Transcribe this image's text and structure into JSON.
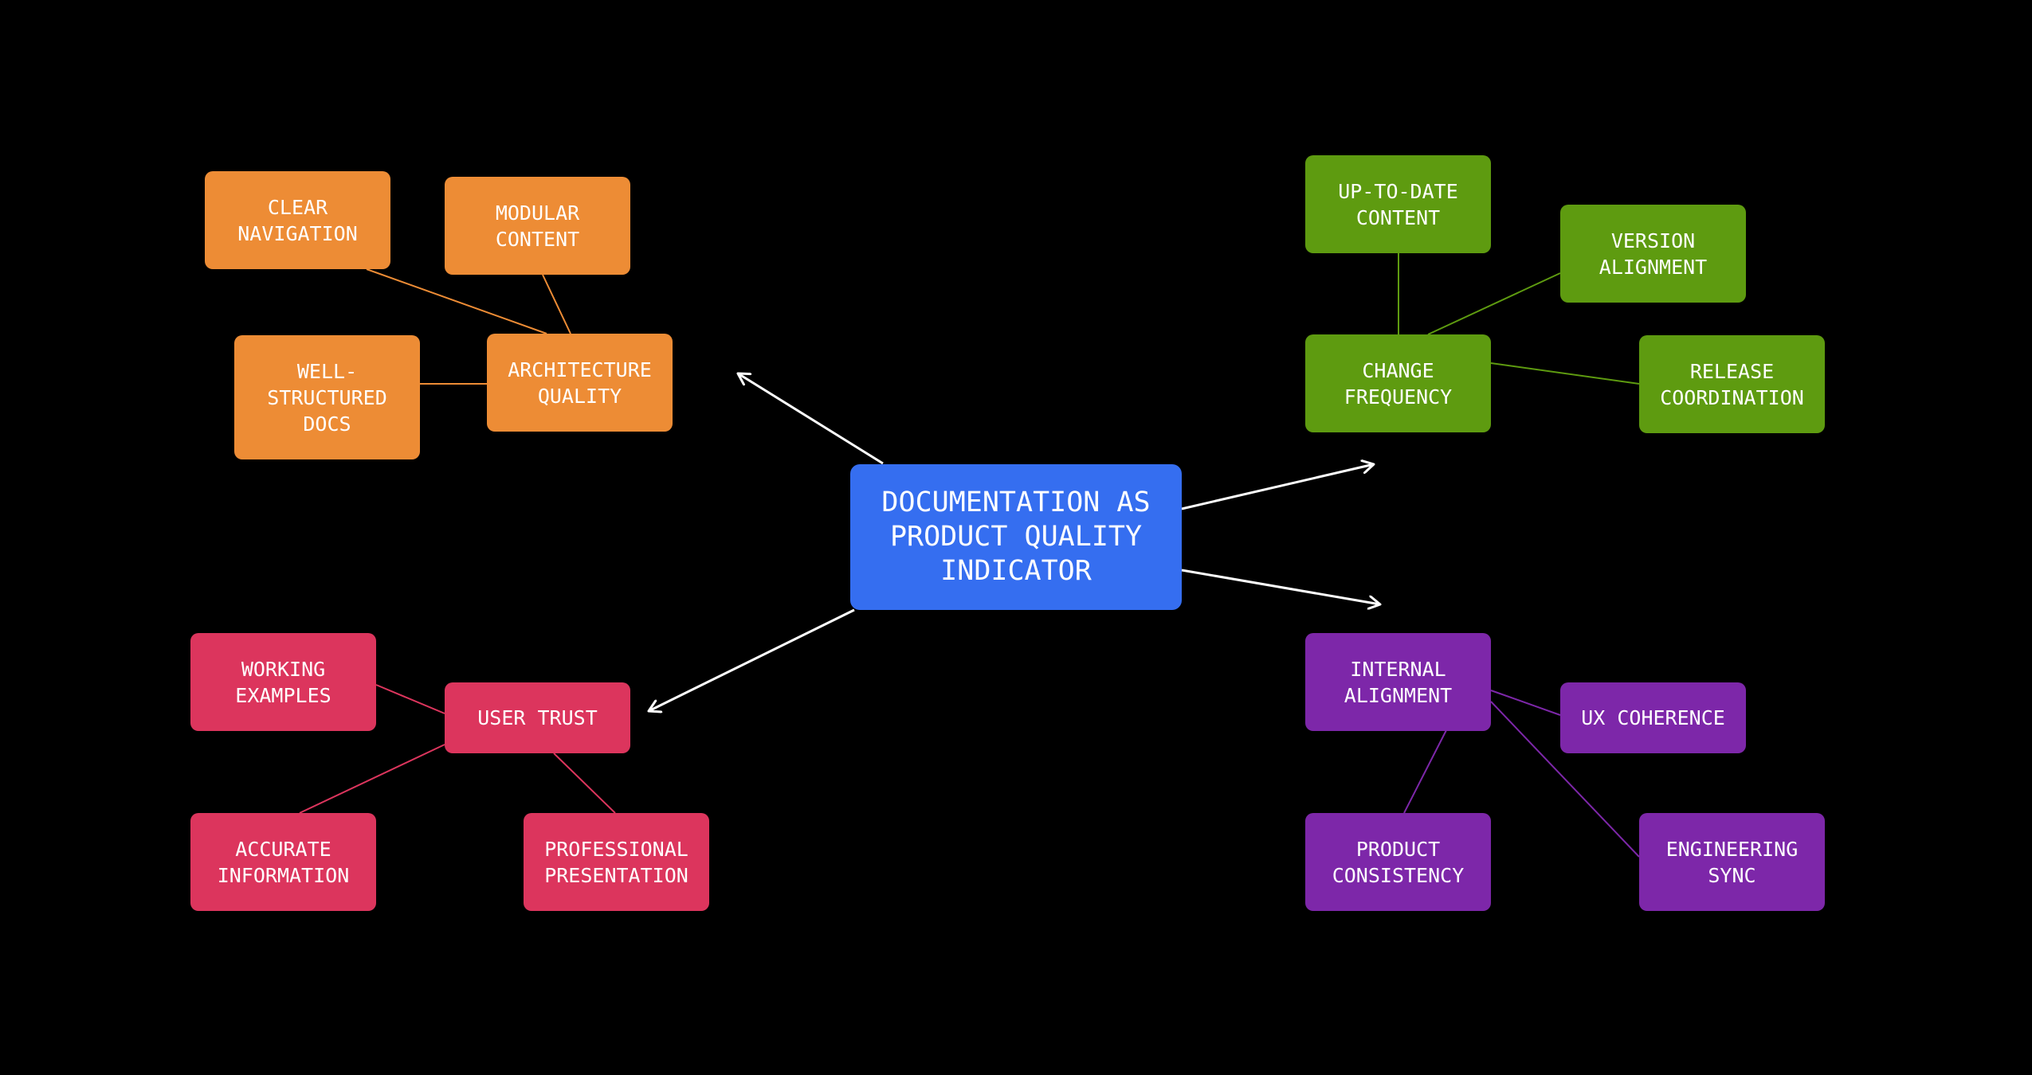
{
  "colors": {
    "background": "#000000",
    "center": "#356ef0",
    "architecture": "#ed8c35",
    "change": "#5e9b10",
    "trust": "#dc355d",
    "alignment": "#7d27a9",
    "arrow": "#ffffff"
  },
  "center": {
    "label": "DOCUMENTATION AS\nPRODUCT QUALITY\nINDICATOR"
  },
  "branches": {
    "architecture": {
      "label": "ARCHITECTURE\nQUALITY",
      "children": [
        "CLEAR\nNAVIGATION",
        "MODULAR\nCONTENT",
        "WELL-\nSTRUCTURED\nDOCS"
      ]
    },
    "change": {
      "label": "CHANGE\nFREQUENCY",
      "children": [
        "UP-TO-DATE\nCONTENT",
        "VERSION\nALIGNMENT",
        "RELEASE\nCOORDINATION"
      ]
    },
    "trust": {
      "label": "USER TRUST",
      "children": [
        "WORKING\nEXAMPLES",
        "ACCURATE\nINFORMATION",
        "PROFESSIONAL\nPRESENTATION"
      ]
    },
    "alignment": {
      "label": "INTERNAL\nALIGNMENT",
      "children": [
        "UX COHERENCE",
        "PRODUCT\nCONSISTENCY",
        "ENGINEERING\nSYNC"
      ]
    }
  }
}
